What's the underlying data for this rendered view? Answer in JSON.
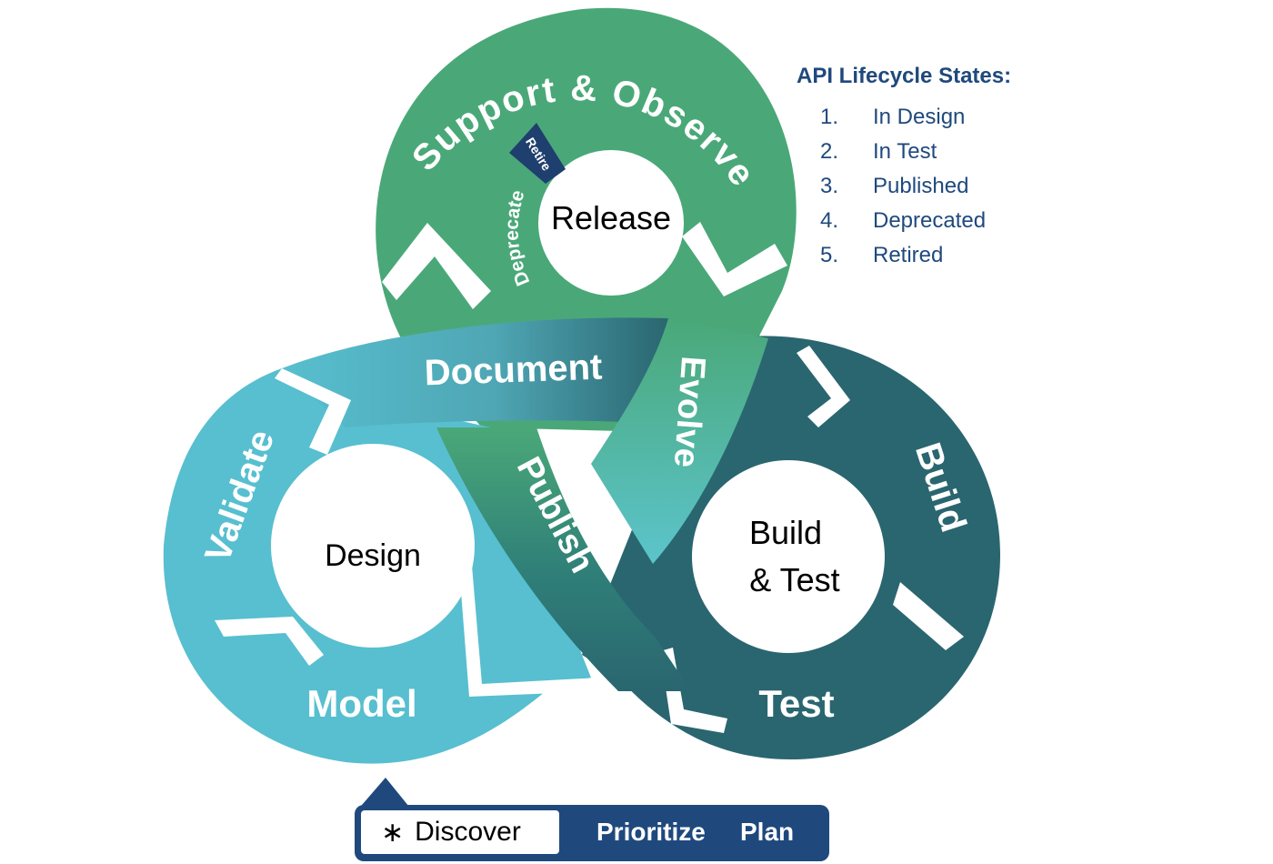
{
  "legend": {
    "title": "API Lifecycle States:",
    "items": [
      {
        "num": "1.",
        "label": "In Design"
      },
      {
        "num": "2.",
        "label": "In Test"
      },
      {
        "num": "3.",
        "label": "Published"
      },
      {
        "num": "4.",
        "label": "Deprecated"
      },
      {
        "num": "5.",
        "label": "Retired"
      }
    ]
  },
  "loops": {
    "release": {
      "center": "Release",
      "arc": "Support & Observe",
      "inner_arc": "Deprecate",
      "tab": "Retire"
    },
    "design": {
      "center": "Design",
      "steps": [
        "Validate",
        "Document",
        "Model"
      ]
    },
    "build": {
      "center_line1": "Build",
      "center_line2": "& Test",
      "steps": [
        "Build",
        "Test"
      ]
    },
    "connectors": [
      "Publish",
      "Evolve"
    ]
  },
  "bottom_bar": {
    "star": "∗",
    "discover": "Discover",
    "prioritize": "Prioritize",
    "plan": "Plan"
  },
  "colors": {
    "green": "#4aa878",
    "cyan": "#57bfcf",
    "teal": "#2a6670",
    "navy": "#1f497d",
    "retire_tab": "#1f3f6e"
  }
}
